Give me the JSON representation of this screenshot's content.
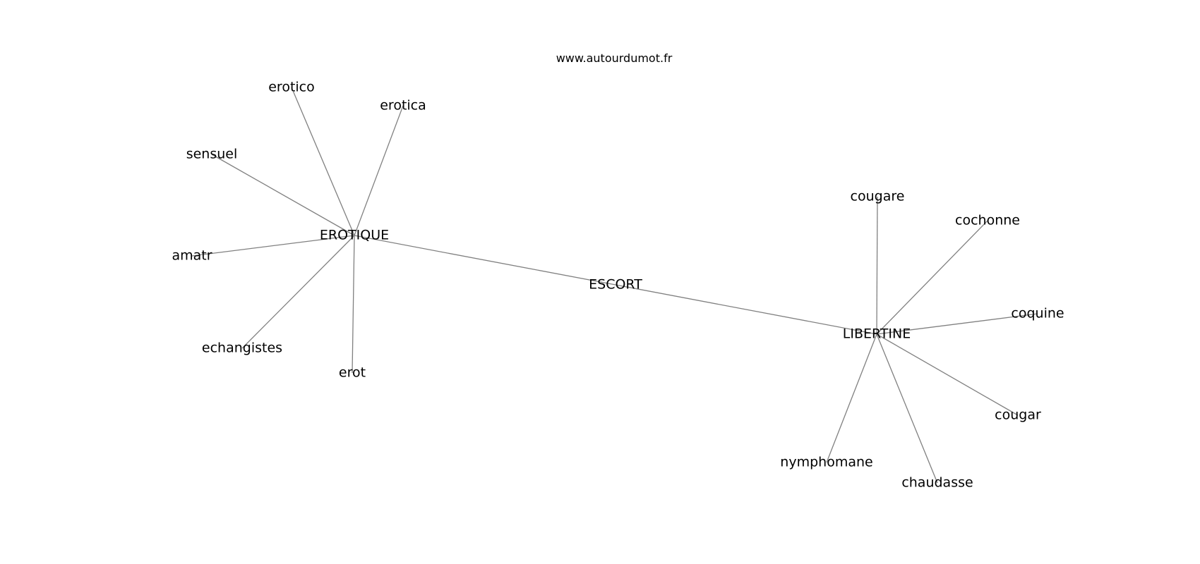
{
  "header": {
    "site_url": "www.autourdumot.fr"
  },
  "graph": {
    "nodes": [
      {
        "id": "ESCORT",
        "label": "ESCORT"
      },
      {
        "id": "EROTIQUE",
        "label": "EROTIQUE"
      },
      {
        "id": "LIBERTINE",
        "label": "LIBERTINE"
      },
      {
        "id": "erotico",
        "label": "erotico"
      },
      {
        "id": "erotica",
        "label": "erotica"
      },
      {
        "id": "sensuel",
        "label": "sensuel"
      },
      {
        "id": "amatr",
        "label": "amatr"
      },
      {
        "id": "echangistes",
        "label": "echangistes"
      },
      {
        "id": "erot",
        "label": "erot"
      },
      {
        "id": "cougare",
        "label": "cougare"
      },
      {
        "id": "cochonne",
        "label": "cochonne"
      },
      {
        "id": "coquine",
        "label": "coquine"
      },
      {
        "id": "cougar",
        "label": "cougar"
      },
      {
        "id": "chaudasse",
        "label": "chaudasse"
      },
      {
        "id": "nymphomane",
        "label": "nymphomane"
      }
    ],
    "edges": [
      [
        "ESCORT",
        "EROTIQUE"
      ],
      [
        "ESCORT",
        "LIBERTINE"
      ],
      [
        "EROTIQUE",
        "erotico"
      ],
      [
        "EROTIQUE",
        "erotica"
      ],
      [
        "EROTIQUE",
        "sensuel"
      ],
      [
        "EROTIQUE",
        "amatr"
      ],
      [
        "EROTIQUE",
        "echangistes"
      ],
      [
        "EROTIQUE",
        "erot"
      ],
      [
        "LIBERTINE",
        "cougare"
      ],
      [
        "LIBERTINE",
        "cochonne"
      ],
      [
        "LIBERTINE",
        "coquine"
      ],
      [
        "LIBERTINE",
        "cougar"
      ],
      [
        "LIBERTINE",
        "chaudasse"
      ],
      [
        "LIBERTINE",
        "nymphomane"
      ]
    ]
  }
}
